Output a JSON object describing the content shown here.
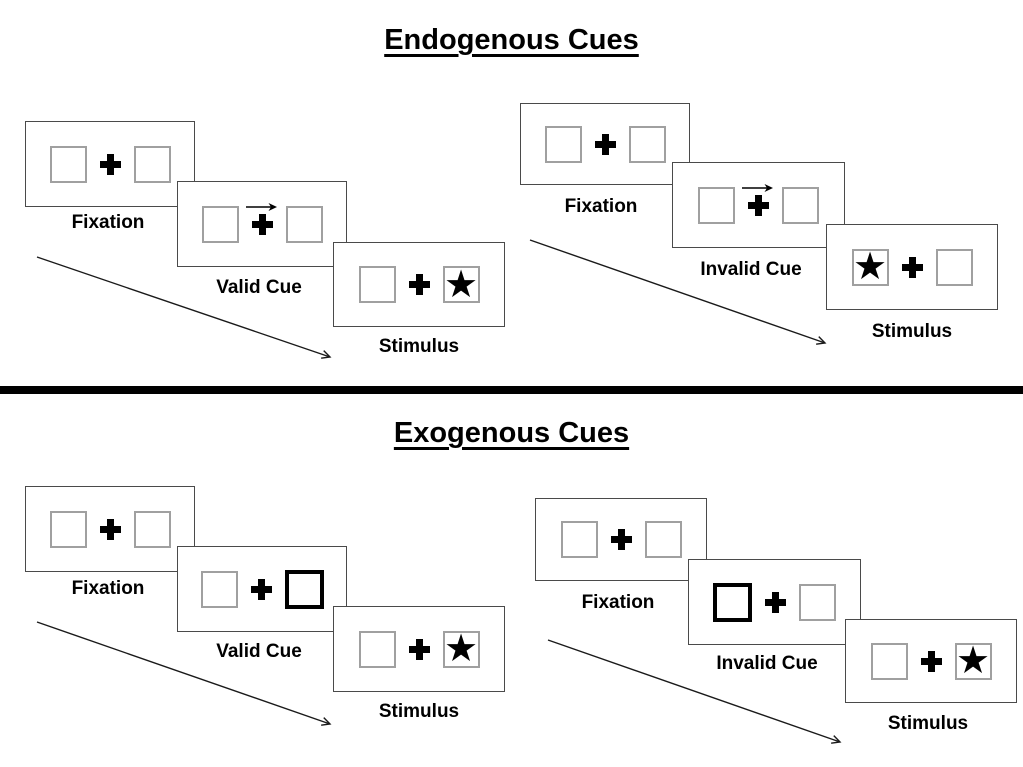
{
  "diagram": "posner-cueing-paradigm",
  "glyphs": {
    "star": "★"
  },
  "colors": {
    "background": "#ffffff",
    "panel_border": "#4a4a4a",
    "placeholder_box_border": "#a0a0a0",
    "cue_box_border": "#000000",
    "ink": "#000000"
  },
  "sections": [
    {
      "title": "Endogenous Cues",
      "trials": [
        {
          "name": "valid",
          "panels": [
            {
              "label": "Fixation",
              "type": "fixation"
            },
            {
              "label": "Valid Cue",
              "type": "arrow-cue",
              "cue_direction": "right"
            },
            {
              "label": "Stimulus",
              "type": "stimulus",
              "star_side": "right"
            }
          ]
        },
        {
          "name": "invalid",
          "panels": [
            {
              "label": "Fixation",
              "type": "fixation"
            },
            {
              "label": "Invalid Cue",
              "type": "arrow-cue",
              "cue_direction": "right"
            },
            {
              "label": "Stimulus",
              "type": "stimulus",
              "star_side": "left"
            }
          ]
        }
      ]
    },
    {
      "title": "Exogenous Cues",
      "trials": [
        {
          "name": "valid",
          "panels": [
            {
              "label": "Fixation",
              "type": "fixation"
            },
            {
              "label": "Valid Cue",
              "type": "box-cue",
              "cued_side": "right"
            },
            {
              "label": "Stimulus",
              "type": "stimulus",
              "star_side": "right"
            }
          ]
        },
        {
          "name": "invalid",
          "panels": [
            {
              "label": "Fixation",
              "type": "fixation"
            },
            {
              "label": "Invalid Cue",
              "type": "box-cue",
              "cued_side": "left"
            },
            {
              "label": "Stimulus",
              "type": "stimulus",
              "star_side": "right"
            }
          ]
        }
      ]
    }
  ]
}
